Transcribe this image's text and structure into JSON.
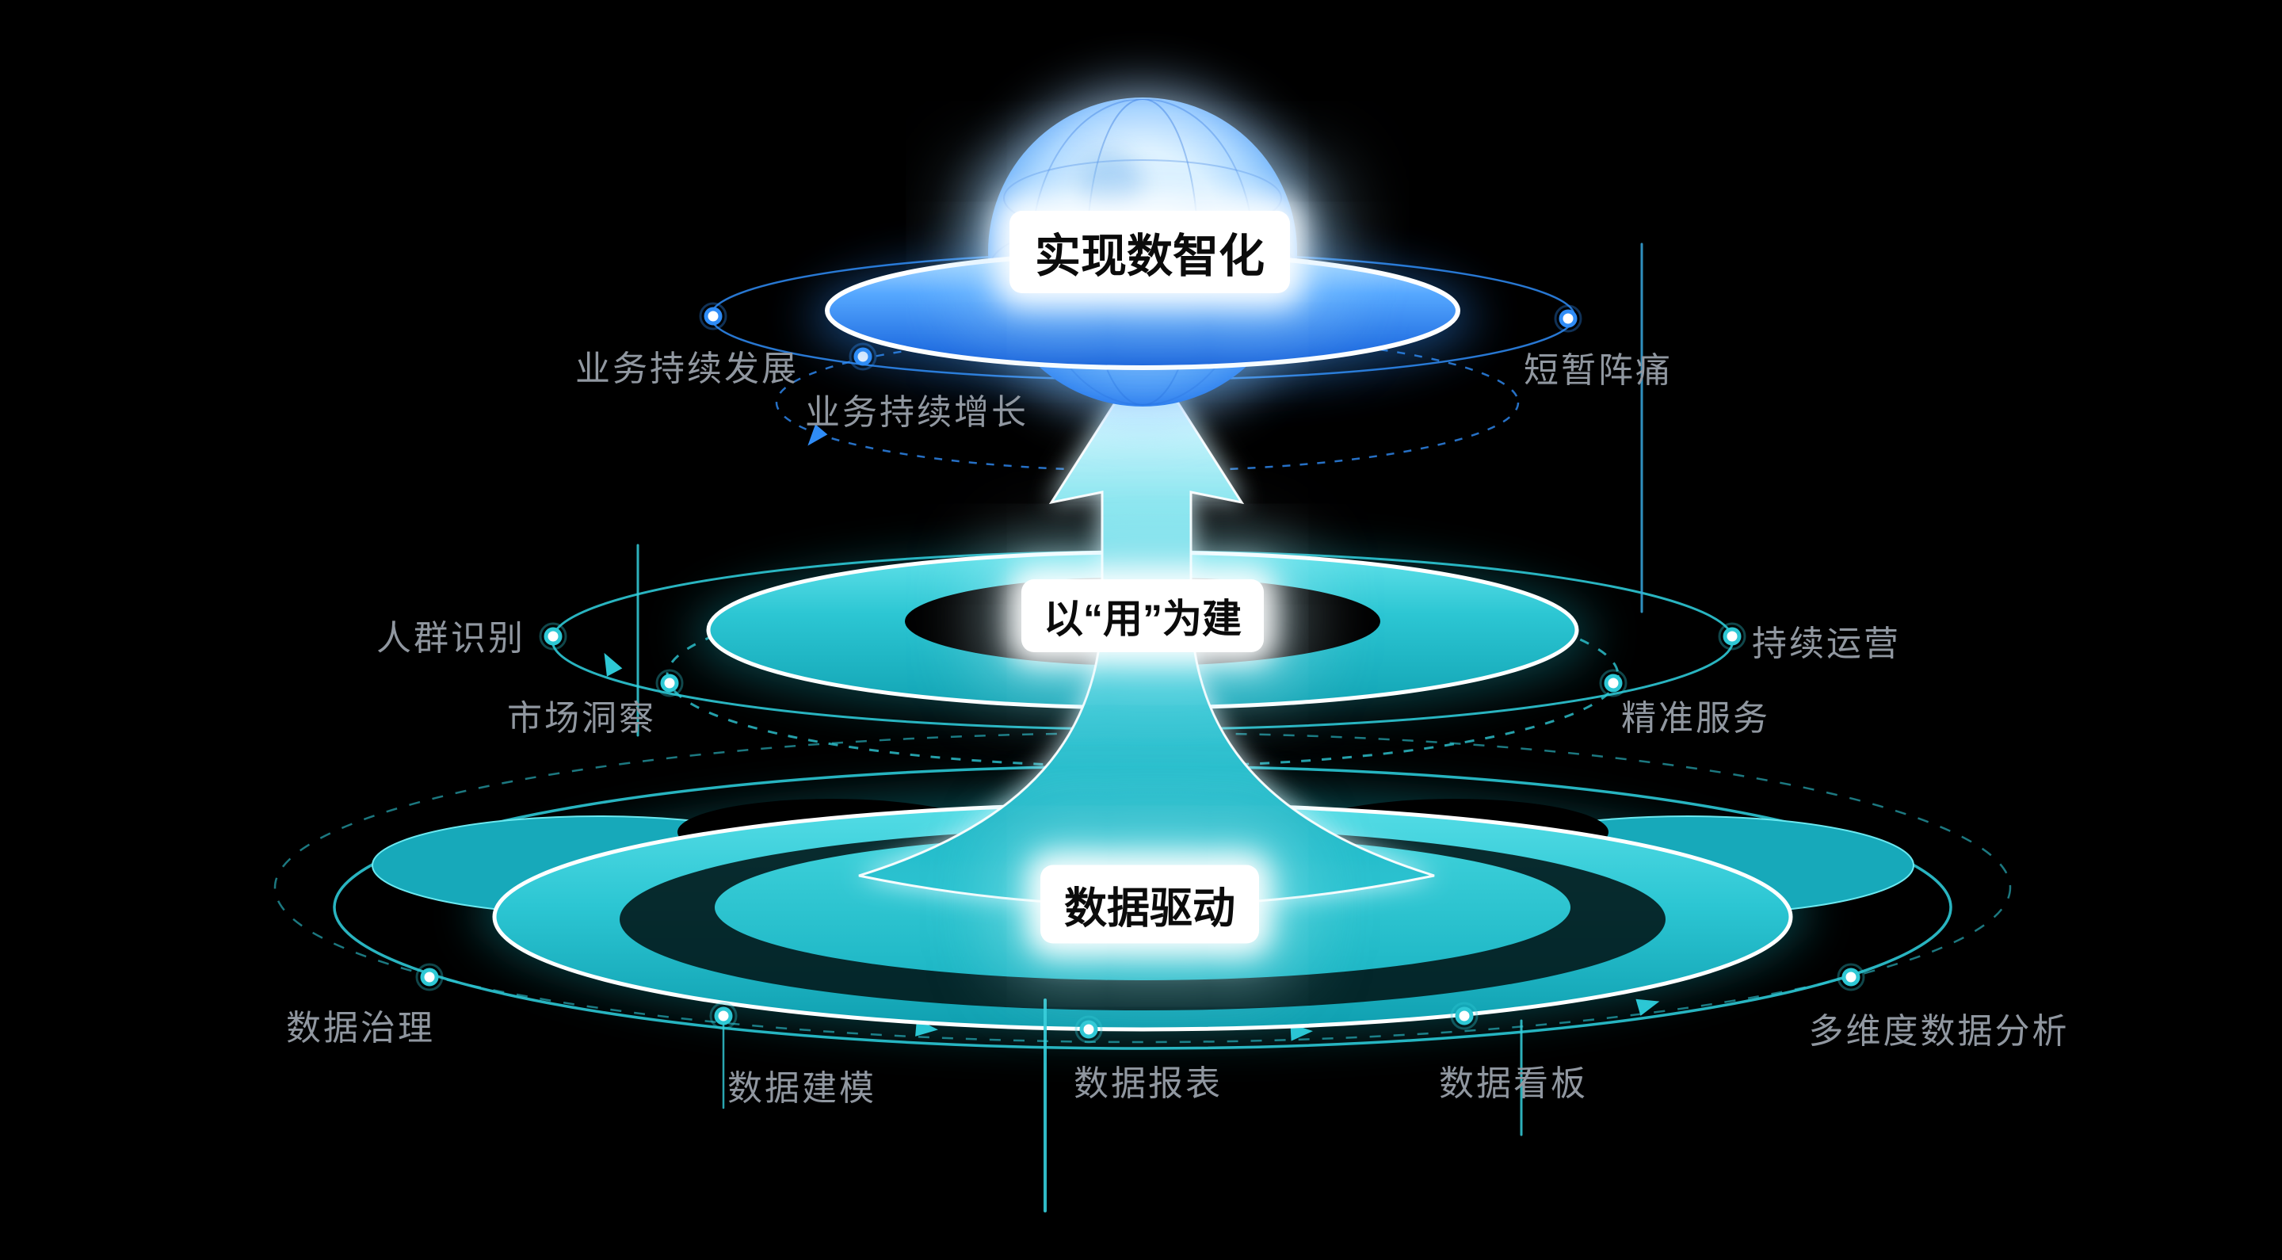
{
  "tiers": {
    "top": {
      "title": "实现数智化",
      "labels": {
        "develop": "业务持续发展",
        "grow": "业务持续增长",
        "pain": "短暂阵痛"
      }
    },
    "middle": {
      "title": "以“用”为建",
      "labels": {
        "crowd": "人群识别",
        "market": "市场洞察",
        "operate": "持续运营",
        "precise": "精准服务"
      }
    },
    "bottom": {
      "title": "数据驱动",
      "labels": {
        "govern": "数据治理",
        "model": "数据建模",
        "report": "数据报表",
        "board": "数据看板",
        "multi": "多维度数据分析"
      }
    }
  },
  "colors": {
    "background": "#000000",
    "teal": "#2ec8d5",
    "teal_dark": "#0f9fb0",
    "blue": "#2f8cf6",
    "blue_deep": "#0f5bd8",
    "label_gray": "#9097a0",
    "title_text": "#0b0b0b",
    "glow_white": "#ffffff"
  }
}
